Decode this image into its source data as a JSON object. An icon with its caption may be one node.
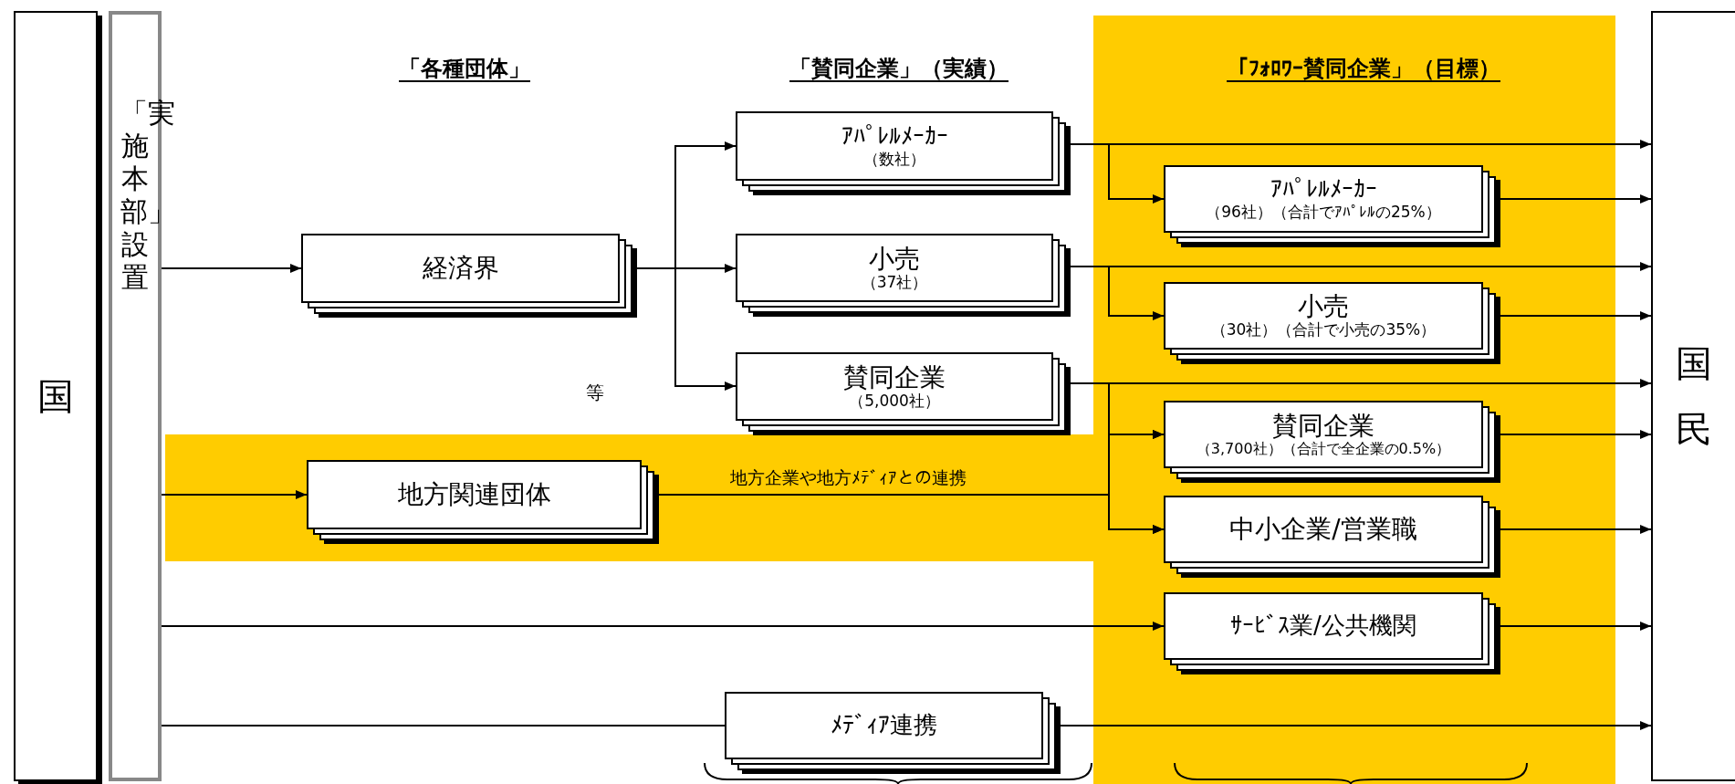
{
  "diagram": {
    "nodes": [
      {
        "text": [
          "国"
        ]
      },
      {
        "text": [
          "「実施本部」設置"
        ]
      },
      {
        "text": [
          "経済界"
        ]
      },
      {
        "text": [
          "地方関連団体"
        ]
      },
      {
        "text": [
          "ｱﾊﾟﾚﾙﾒｰｶｰ",
          "（数社）"
        ]
      },
      {
        "text": [
          "小売",
          "（37社）"
        ]
      },
      {
        "text": [
          "賛同企業",
          "（5,000社）"
        ]
      },
      {
        "text": [
          "ｱﾊﾟﾚﾙﾒｰｶｰ",
          "（96社）（合計でｱﾊﾟﾚﾙの25%）"
        ]
      },
      {
        "text": [
          "小売",
          "（30社）（合計で小売の35%）"
        ]
      },
      {
        "text": [
          "賛同企業",
          "（3,700社）（合計で全企業の0.5%）"
        ]
      },
      {
        "text": [
          "中小企業/営業職"
        ]
      },
      {
        "text": [
          "ｻｰﾋﾞｽ業/公共機関"
        ]
      },
      {
        "text": [
          "ﾒﾃﾞｨｱ連携"
        ]
      },
      {
        "text": [
          "国民"
        ]
      }
    ],
    "edges": [
      {
        "from": 1,
        "to": 2,
        "arrow": "to"
      },
      {
        "from": 1,
        "to": 3,
        "arrow": "to"
      },
      {
        "from": 1,
        "to": 11,
        "arrow": "to"
      },
      {
        "from": 1,
        "to": 12,
        "arrow": "none"
      },
      {
        "from": 2,
        "to": 4,
        "arrow": "to"
      },
      {
        "from": 2,
        "to": 5,
        "arrow": "to"
      },
      {
        "from": 2,
        "to": 6,
        "arrow": "to"
      },
      {
        "from": 4,
        "to": 13,
        "arrow": "to"
      },
      {
        "from": 4,
        "to": 7,
        "arrow": "to"
      },
      {
        "from": 5,
        "to": 13,
        "arrow": "to"
      },
      {
        "from": 5,
        "to": 8,
        "arrow": "to"
      },
      {
        "from": 6,
        "to": 13,
        "arrow": "to"
      },
      {
        "from": 6,
        "to": 9,
        "arrow": "to"
      },
      {
        "from": 6,
        "to": 10,
        "arrow": "to"
      },
      {
        "from": 3,
        "to": 9,
        "arrow": "to",
        "label": "地方企業や地方ﾒﾃﾞｨｱとの連携"
      },
      {
        "from": 3,
        "to": 10,
        "arrow": "to"
      },
      {
        "from": 7,
        "to": 13,
        "arrow": "to"
      },
      {
        "from": 8,
        "to": 13,
        "arrow": "to"
      },
      {
        "from": 9,
        "to": 13,
        "arrow": "to"
      },
      {
        "from": 10,
        "to": 13,
        "arrow": "to"
      },
      {
        "from": 11,
        "to": 13,
        "arrow": "to"
      },
      {
        "from": 12,
        "to": 13,
        "arrow": "to"
      }
    ],
    "labels": [
      "「各種団体」",
      "「賛同企業」（実績）",
      "「ﾌｫﾛﾜｰ賛同企業」（目標）",
      "等"
    ]
  }
}
